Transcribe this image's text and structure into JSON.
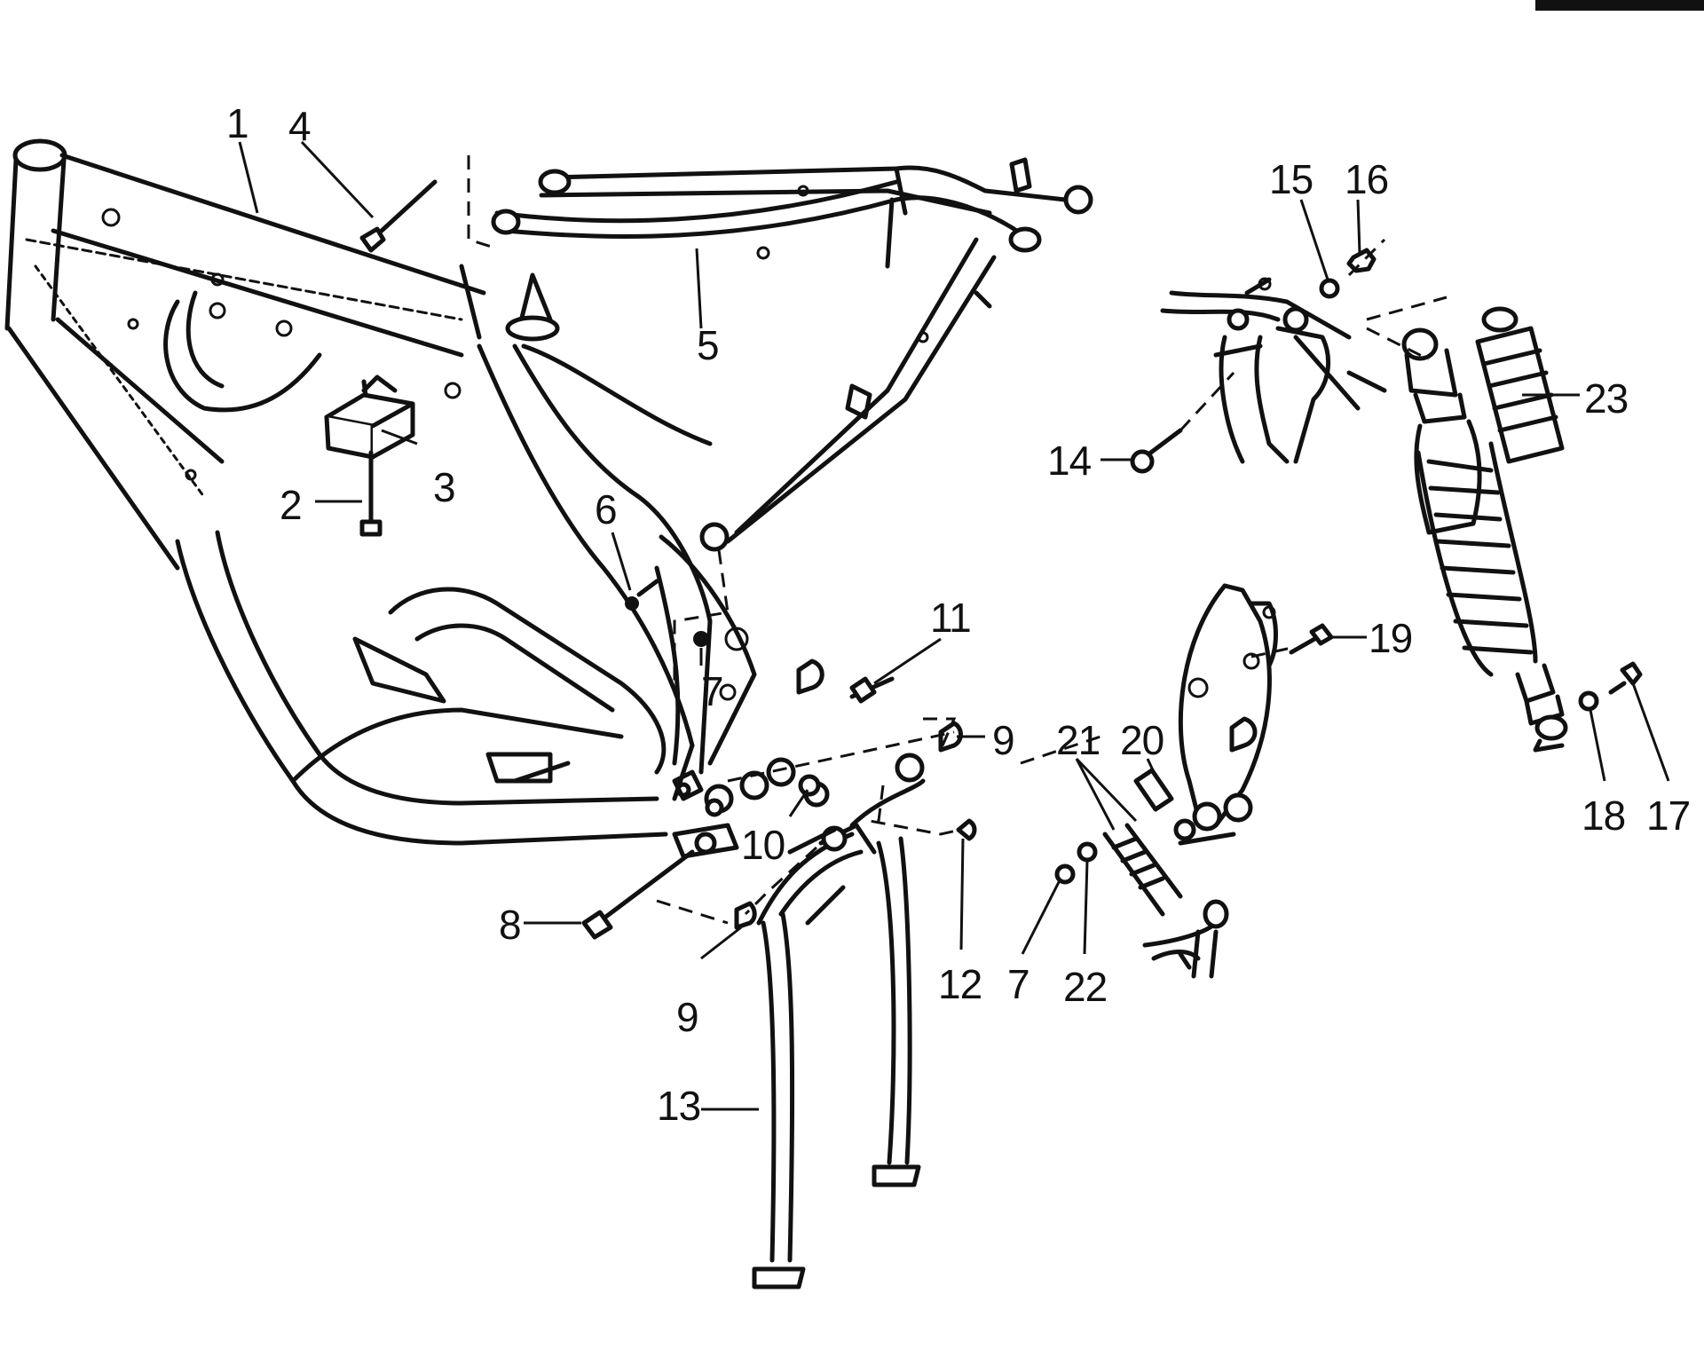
{
  "diagram": {
    "type": "exploded-parts-view",
    "line_color": "#111111",
    "background": "#ffffff",
    "callouts": [
      {
        "id": "c1",
        "label": "1"
      },
      {
        "id": "c2",
        "label": "2"
      },
      {
        "id": "c3",
        "label": "3"
      },
      {
        "id": "c4",
        "label": "4"
      },
      {
        "id": "c5",
        "label": "5"
      },
      {
        "id": "c6",
        "label": "6"
      },
      {
        "id": "c7a",
        "label": "7"
      },
      {
        "id": "c7b",
        "label": "7"
      },
      {
        "id": "c8",
        "label": "8"
      },
      {
        "id": "c9a",
        "label": "9"
      },
      {
        "id": "c9b",
        "label": "9"
      },
      {
        "id": "c10",
        "label": "10"
      },
      {
        "id": "c11",
        "label": "11"
      },
      {
        "id": "c12",
        "label": "12"
      },
      {
        "id": "c13",
        "label": "13"
      },
      {
        "id": "c14",
        "label": "14"
      },
      {
        "id": "c15",
        "label": "15"
      },
      {
        "id": "c16",
        "label": "16"
      },
      {
        "id": "c17",
        "label": "17"
      },
      {
        "id": "c18",
        "label": "18"
      },
      {
        "id": "c19",
        "label": "19"
      },
      {
        "id": "c20",
        "label": "20"
      },
      {
        "id": "c21",
        "label": "21"
      },
      {
        "id": "c22",
        "label": "22"
      },
      {
        "id": "c23",
        "label": "23"
      }
    ]
  }
}
